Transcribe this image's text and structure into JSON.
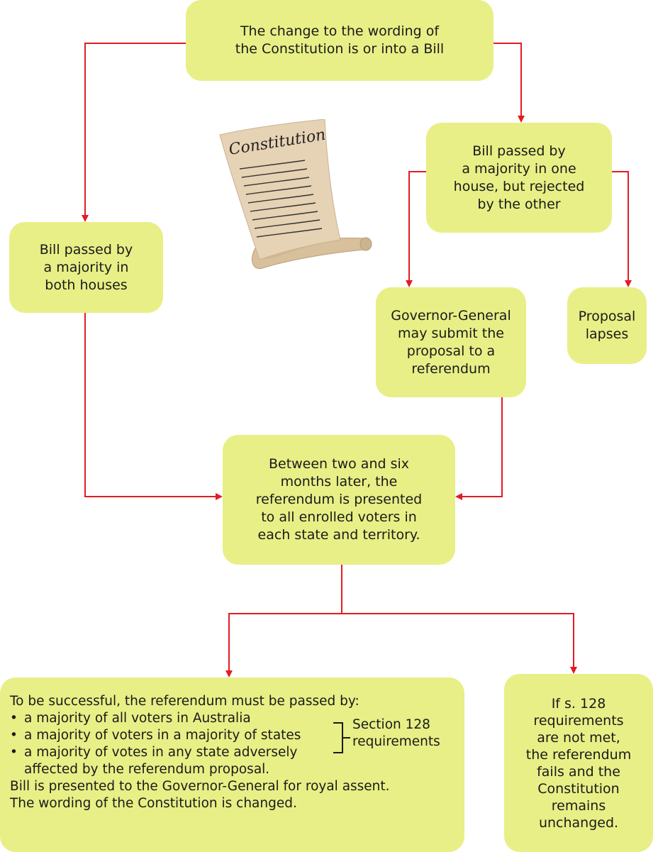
{
  "colors": {
    "box_fill": "#e8ef86",
    "arrow": "#e31b23",
    "parchment": "#e6d2b4",
    "parchment_shadow": "#c9b291"
  },
  "boxes": {
    "top": [
      "The change to the wording of",
      "the Constitution is or into a Bill"
    ],
    "mid_right": [
      "Bill passed by",
      "a majority in one",
      "house, but rejected",
      "by the other"
    ],
    "left": [
      "Bill passed by",
      "a majority in",
      "both houses"
    ],
    "governor_general": [
      "Governor-General",
      "may submit the",
      "proposal to a",
      "referendum"
    ],
    "lapse": [
      "Proposal",
      "lapses"
    ],
    "between": [
      "Between two and six",
      "months later, the",
      "referendum is presented",
      "to all enrolled voters in",
      "each state and territory."
    ],
    "success": {
      "intro": "To be successful, the referendum must be passed by:",
      "bullet": "•",
      "items": [
        [
          "a majority of all voters in Australia"
        ],
        [
          "a majority of voters in a majority of states"
        ],
        [
          "a majority of votes in any state adversely",
          "affected by the referendum proposal."
        ]
      ],
      "section_label": [
        "Section 128",
        "requirements"
      ],
      "outro": [
        "Bill is presented to the Governor-General for royal assent.",
        "The wording of the Constitution is changed."
      ]
    },
    "fail": [
      "If s. 128",
      "requirements",
      "are not met,",
      "the referendum",
      "fails and the",
      "Constitution",
      "remains",
      "unchanged."
    ]
  },
  "illustration": {
    "icon": "constitution-scroll-icon",
    "title": "Constitution"
  }
}
